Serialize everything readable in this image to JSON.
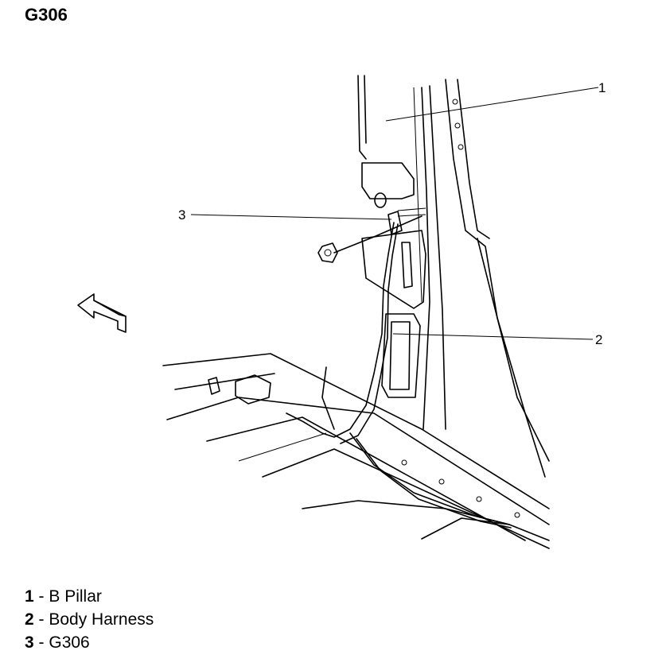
{
  "title": "G306",
  "callouts": [
    {
      "number": "1",
      "name": "B Pillar"
    },
    {
      "number": "2",
      "name": "Body Harness"
    },
    {
      "number": "3",
      "name": "G306"
    }
  ],
  "legend_separator": " - "
}
